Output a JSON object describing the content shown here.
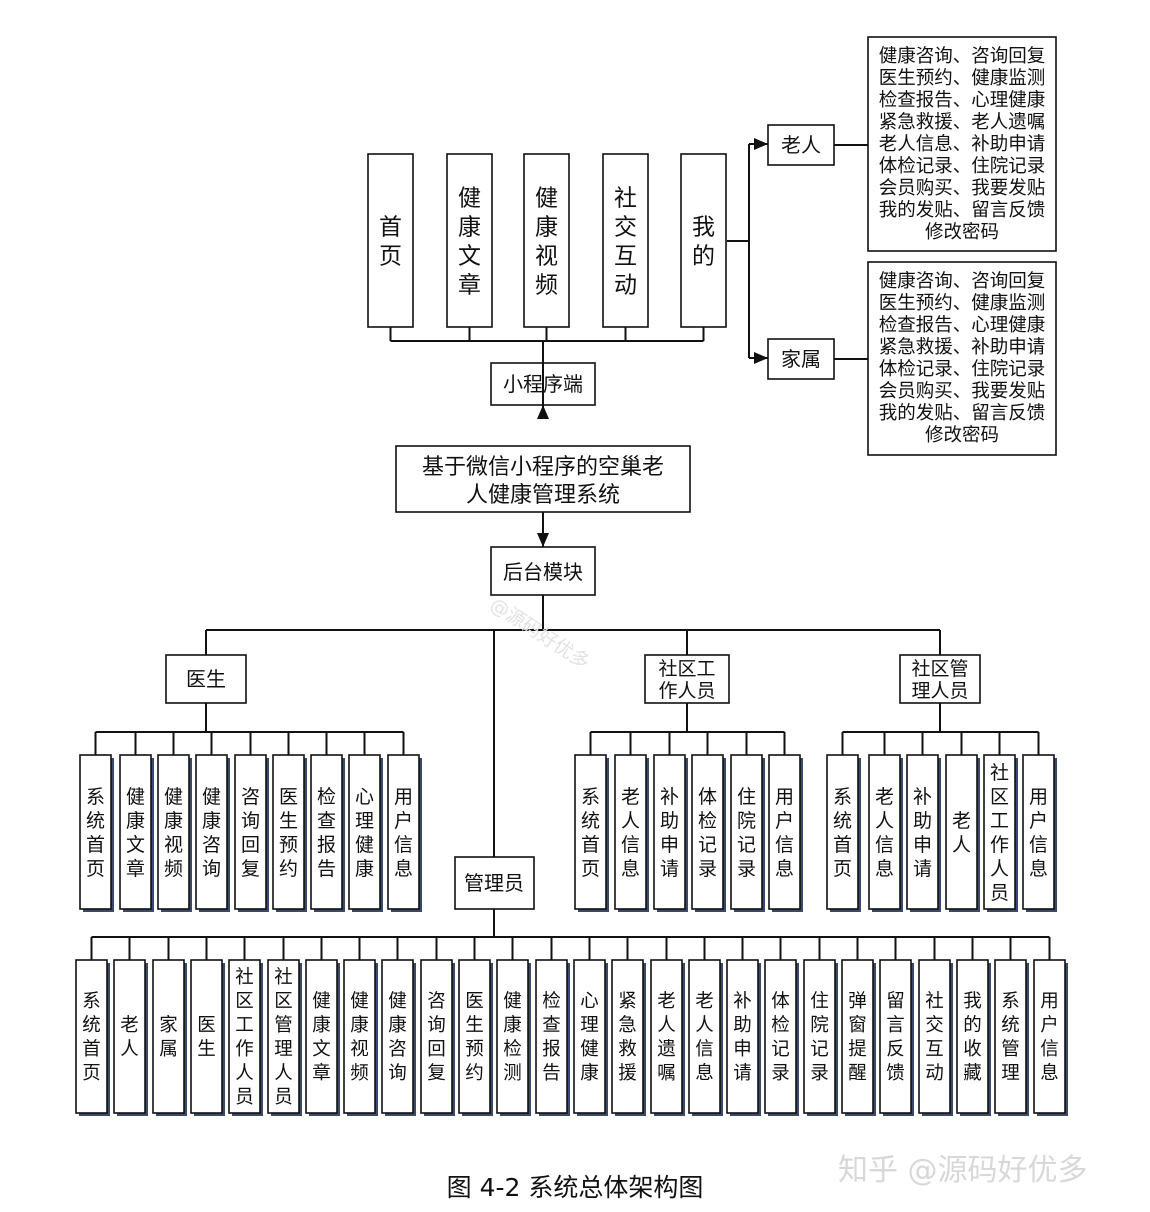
{
  "title": "基于微信小程序的空巢老人健康管理系统",
  "title_lines": [
    "基于微信小程序的空巢老",
    "人健康管理系统"
  ],
  "caption": "图 4-2  系统总体架构图",
  "watermark": "知乎 @源码好优多",
  "watermark_small": "@源码好优多",
  "miniprogram": {
    "label": "小程序端",
    "pages": [
      "首页",
      "健康文章",
      "健康视频",
      "社交互动",
      "我的"
    ],
    "roles": [
      {
        "label": "老人",
        "features": [
          "健康咨询、咨询回复",
          "医生预约、健康监测",
          "检查报告、心理健康",
          "紧急救援、老人遗嘱",
          "老人信息、补助申请",
          "体检记录、住院记录",
          "会员购买、我要发贴",
          "我的发贴、留言反馈",
          "修改密码"
        ]
      },
      {
        "label": "家属",
        "features": [
          "健康咨询、咨询回复",
          "医生预约、健康监测",
          "检查报告、心理健康",
          "紧急救援、补助申请",
          "体检记录、住院记录",
          "会员购买、我要发贴",
          "我的发贴、留言反馈",
          "修改密码"
        ]
      }
    ]
  },
  "backend": {
    "label": "后台模块",
    "roles": [
      {
        "label": "医生",
        "modules": [
          "系统首页",
          "健康文章",
          "健康视频",
          "健康咨询",
          "咨询回复",
          "医生预约",
          "检查报告",
          "心理健康",
          "用户信息"
        ]
      },
      {
        "label": "社区工作人员",
        "label_lines": [
          "社区工",
          "作人员"
        ],
        "modules": [
          "系统首页",
          "老人信息",
          "补助申请",
          "体检记录",
          "住院记录",
          "用户信息"
        ]
      },
      {
        "label": "社区管理人员",
        "label_lines": [
          "社区管",
          "理人员"
        ],
        "modules": [
          "系统首页",
          "老人信息",
          "补助申请",
          "老人",
          "社区工作人员",
          "用户信息"
        ]
      },
      {
        "label": "管理员",
        "modules": [
          "系统首页",
          "老人",
          "家属",
          "医生",
          "社区工作人员",
          "社区管理人员",
          "健康文章",
          "健康视频",
          "健康咨询",
          "咨询回复",
          "医生预约",
          "健康检测",
          "检查报告",
          "心理健康",
          "紧急救援",
          "老人遗嘱",
          "老人信息",
          "补助申请",
          "体检记录",
          "住院记录",
          "弹窗提醒",
          "留言反馈",
          "社交互动",
          "我的收藏",
          "系统管理",
          "用户信息"
        ]
      }
    ]
  }
}
